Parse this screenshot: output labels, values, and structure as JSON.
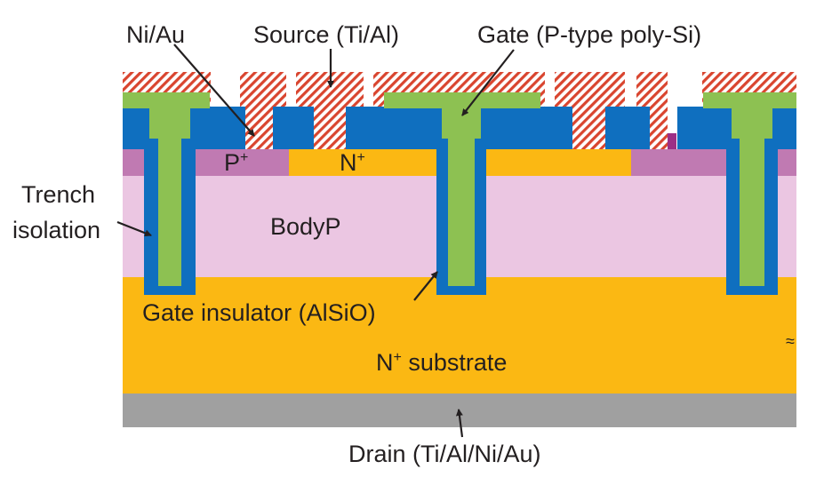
{
  "labels": {
    "ni_au": "Ni/Au",
    "source": "Source (Ti/Al)",
    "gate": "Gate (P-type poly-Si)",
    "trench_line1": "Trench",
    "trench_line2": "isolation",
    "p_plus_base": "P",
    "n_plus_base": "N",
    "plus_sup": "+",
    "body_p": "BodyP",
    "gate_insulator": "Gate insulator (AlSiO)",
    "substrate_base": "N",
    "substrate_rest": " substrate",
    "drain": "Drain (Ti/Al/Ni/Au)",
    "break_mark": "≈"
  },
  "colors": {
    "metal_hatch_fg": "#d9452f",
    "metal_hatch_bg": "#ffffff",
    "gate_poly": "#8dc152",
    "gate_insulator": "#0f6fbf",
    "p_plus": "#b9529f",
    "p_well_top": "#c07ab2",
    "body_p": "#ebc6e2",
    "n_plus": "#fbb813",
    "substrate": "#fbb813",
    "drain": "#a0a0a0",
    "text": "#231f20"
  }
}
